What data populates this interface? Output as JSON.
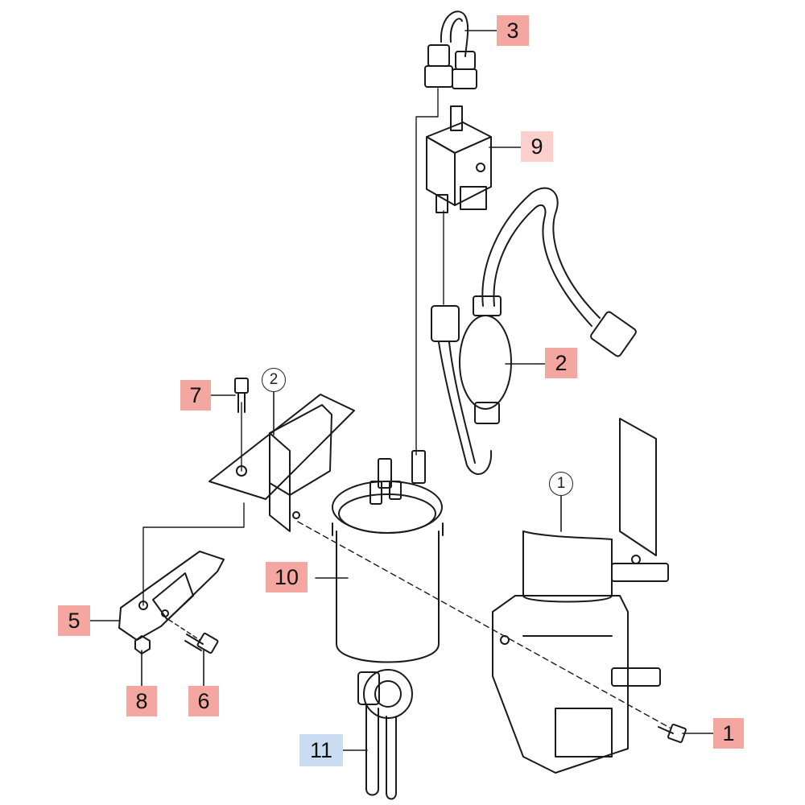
{
  "callouts": [
    {
      "id": "1",
      "label": "1",
      "color": "#f4a6a0"
    },
    {
      "id": "2",
      "label": "2",
      "color": "#f4a6a0"
    },
    {
      "id": "3",
      "label": "3",
      "color": "#f4a6a0"
    },
    {
      "id": "5",
      "label": "5",
      "color": "#f4a6a0"
    },
    {
      "id": "6",
      "label": "6",
      "color": "#f4a6a0"
    },
    {
      "id": "7",
      "label": "7",
      "color": "#f4a6a0"
    },
    {
      "id": "8",
      "label": "8",
      "color": "#f4a6a0"
    },
    {
      "id": "9",
      "label": "9",
      "color": "#fbd0cc"
    },
    {
      "id": "10",
      "label": "10",
      "color": "#f4a6a0"
    },
    {
      "id": "11",
      "label": "11",
      "color": "#c9dcf4"
    }
  ],
  "circled_refs": [
    {
      "id": "ref1",
      "label": "1"
    },
    {
      "id": "ref2",
      "label": "2"
    }
  ]
}
